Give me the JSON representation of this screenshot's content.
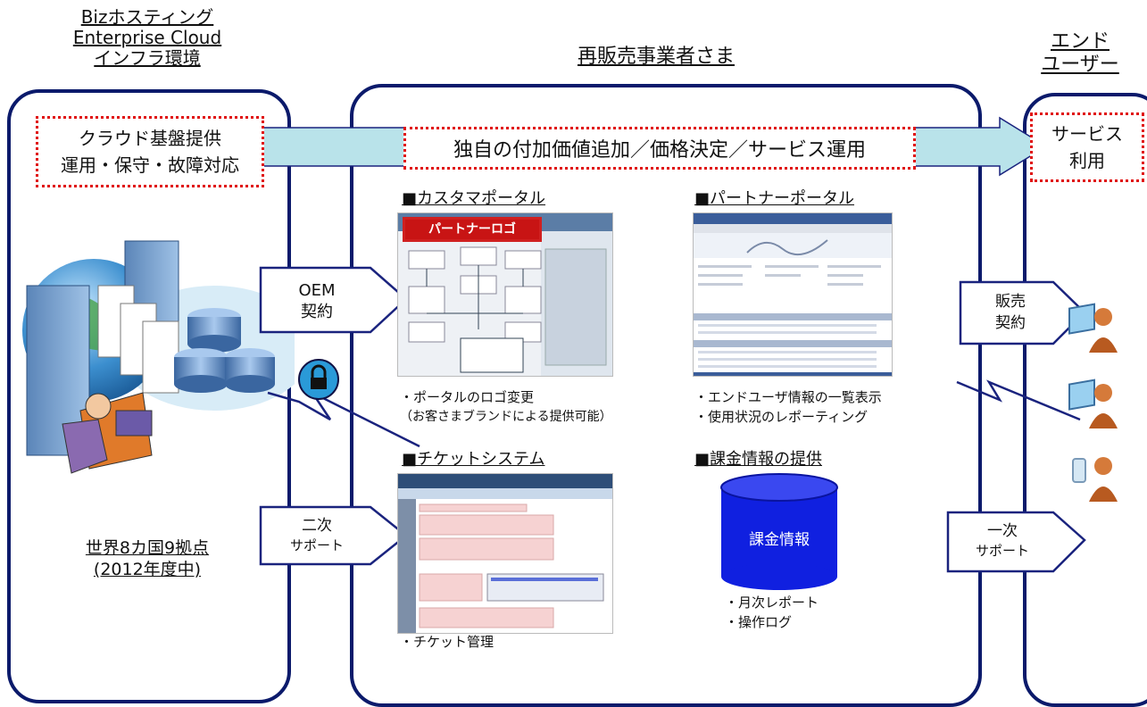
{
  "headers": {
    "biz_line1": "Bizホスティング",
    "biz_line2": "Enterprise Cloud",
    "biz_line3": "インフラ環境",
    "reseller": "再販売事業者さま",
    "end_line1": "エンド",
    "end_line2": "ユーザー"
  },
  "top_band": {
    "left_line1": "クラウド基盤提供",
    "left_line2": "運用・保守・故障対応",
    "center": "独自の付加価値追加／価格決定／サービス運用",
    "right_line1": "サービス",
    "right_line2": "利用"
  },
  "left_panel": {
    "locations_line1": "世界8カ国9拠点",
    "locations_line2": "(2012年度中)"
  },
  "arrows": {
    "oem_line1": "OEM",
    "oem_line2": "契約",
    "secondary_line1": "二次",
    "secondary_line2": "サポート",
    "sales_line1": "販売",
    "sales_line2": "契約",
    "primary_line1": "一次",
    "primary_line2": "サポート"
  },
  "sections": {
    "customer_portal": {
      "heading": "■カスタマポータル",
      "logo_label": "パートナーロゴ",
      "bullet1": "・ポータルのロゴ変更",
      "bullet2": "（お客さまブランドによる提供可能）"
    },
    "partner_portal": {
      "heading": "■パートナーポータル",
      "bullet1": "・エンドユーザ情報の一覧表示",
      "bullet2": "・使用状況のレポーティング"
    },
    "ticket_system": {
      "heading": "■チケットシステム",
      "bullet1": "・チケット管理"
    },
    "billing": {
      "heading": "■課金情報の提供",
      "db_label": "課金情報",
      "bullet1": "・月次レポート",
      "bullet2": "・操作ログ"
    }
  },
  "colors": {
    "panel_border": "#0b1a6b",
    "band_fill": "#b9e3ea",
    "dotted_border": "#e01010",
    "db_fill": "#1020e0",
    "arrow_stroke": "#1a237e"
  }
}
